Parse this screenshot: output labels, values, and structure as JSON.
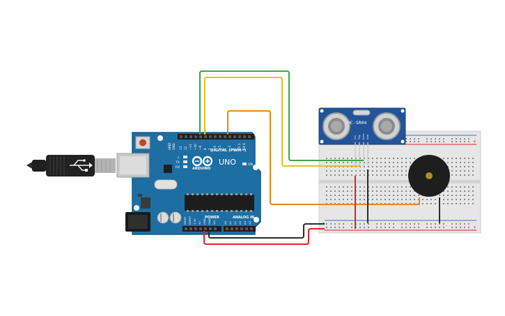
{
  "board": {
    "brand": "ARDUINO",
    "model": "UNO",
    "digital_label": "DIGITAL (PWM~)",
    "power_label": "POWER",
    "analog_label": "ANALOG IN",
    "on_label": "ON",
    "tx_label": "TX",
    "rx_label": "RX",
    "l_label": "L",
    "aref_label": "AREF",
    "gnd_label": "GND",
    "digital_pins": [
      "13",
      "12",
      "~11",
      "~10",
      "~9",
      "8",
      "7",
      "~6",
      "~5",
      "4",
      "~3",
      "2",
      "TX 1",
      "RX 0"
    ],
    "power_pins": [
      "IOREF",
      "RESET",
      "3.3V",
      "5V",
      "GND",
      "GND",
      "Vin"
    ],
    "analog_pins": [
      "A0",
      "A1",
      "A2",
      "A3",
      "A4",
      "A5"
    ]
  },
  "sensor": {
    "label": "HC-SR04",
    "pins": [
      "Vcc",
      "Trig",
      "Echo",
      "Gnd"
    ]
  },
  "breadboard": {
    "plus_sign": "+",
    "minus_sign": "−"
  },
  "colors": {
    "arduino_blue": "#1d6ea3",
    "wire_green": "#37a844",
    "wire_yellow": "#e0c31a",
    "wire_orange": "#df8a16",
    "wire_red": "#d8242b",
    "wire_black": "#2b2b2b",
    "sensor_blue": "#23549a",
    "breadboard": "#e6e6e6"
  },
  "components": [
    "usb-cable",
    "arduino-uno",
    "hc-sr04",
    "breadboard",
    "piezo-buzzer"
  ]
}
